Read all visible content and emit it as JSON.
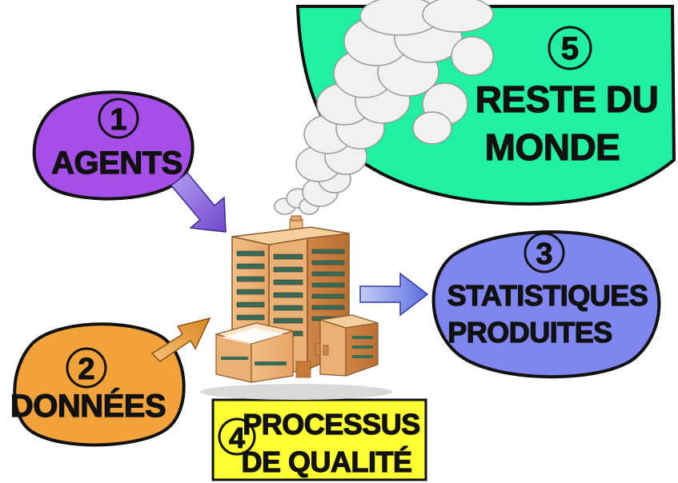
{
  "nodes": {
    "agents": {
      "number": "1",
      "label": "AGENTS",
      "color": "#a64ee8"
    },
    "donnees": {
      "number": "2",
      "label": "DONNÉES",
      "color": "#f2a23b"
    },
    "statistiques": {
      "number": "3",
      "line1": "STATISTIQUES",
      "line2": "PRODUITES",
      "color": "#7f86f0"
    },
    "processus": {
      "number": "4",
      "line1": "PROCESSUS",
      "line2": "DE QUALITÉ",
      "color": "#ffff33"
    },
    "monde": {
      "number": "5",
      "line1": "RESTE DU",
      "line2": "MONDE",
      "color": "#21f0a1"
    }
  },
  "central_icon": "factory-building-icon",
  "arrow_color_agents": "#8a63d6",
  "arrow_color_donnees": "#e89a35",
  "arrow_color_output": "#6b7de6",
  "smoke_color": "#f1f1f1"
}
